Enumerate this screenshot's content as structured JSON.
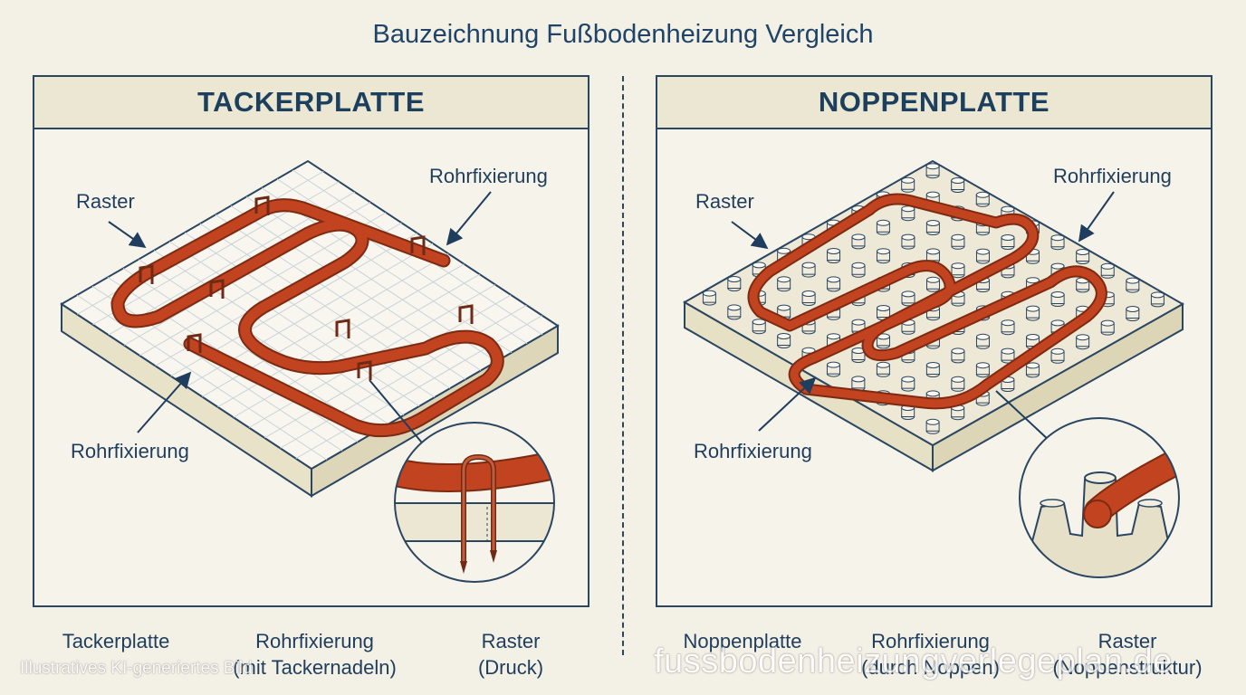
{
  "title": "Bauzeichnung Fußbodenheizung Vergleich",
  "left": {
    "heading": "TACKERPLATTE",
    "label_raster": "Raster",
    "label_fix_top": "Rohrfixierung",
    "label_fix_bottom": "Rohrfixierung",
    "captions": [
      {
        "line1": "Tackerplatte",
        "line2": ""
      },
      {
        "line1": "Rohrfixierung",
        "line2": "(mit Tackernadeln)"
      },
      {
        "line1": "Raster",
        "line2": "(Druck)"
      }
    ]
  },
  "right": {
    "heading": "NOPPENPLATTE",
    "label_raster": "Raster",
    "label_fix_top": "Rohrfixierung",
    "label_fix_bottom": "Rohrfixierung",
    "captions": [
      {
        "line1": "Noppenplatte",
        "line2": ""
      },
      {
        "line1": "Rohrfixierung",
        "line2": "(durch Noppen)"
      },
      {
        "line1": "Raster",
        "line2": "(Noppenstruktur)"
      }
    ]
  },
  "watermark_left": "Illustratives KI-generiertes Bild",
  "watermark_right": "fussbodenheizungverlegeplan.de",
  "colors": {
    "pipe": "#c2431f",
    "line": "#2b4661",
    "board": "#f7f4ea",
    "side": "#e8e2c8"
  }
}
